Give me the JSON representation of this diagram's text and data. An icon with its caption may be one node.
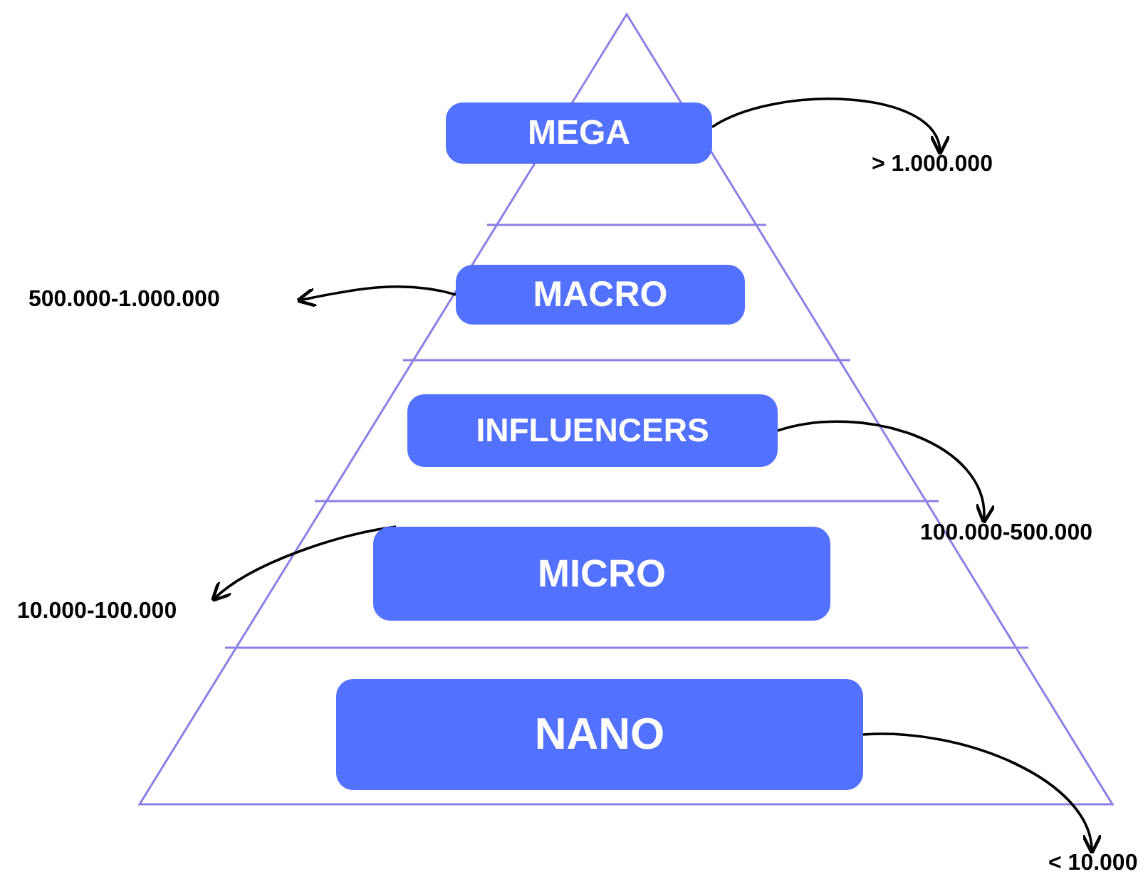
{
  "diagram": {
    "nodes": [
      {
        "text": [
          "MEGA"
        ]
      },
      {
        "text": [
          "> 1.000.000"
        ]
      },
      {
        "text": [
          "500.000-1.000.000"
        ]
      },
      {
        "text": [
          "MACRO"
        ]
      },
      {
        "text": [
          "INFLUENCERS"
        ]
      },
      {
        "text": [
          "100.000-500.000"
        ]
      },
      {
        "text": [
          "10.000-100.000"
        ]
      },
      {
        "text": [
          "MICRO"
        ]
      },
      {
        "text": [
          "NANO"
        ]
      },
      {
        "text": [
          "< 10.000"
        ]
      }
    ],
    "edges": [
      {
        "from": 0,
        "to": 1,
        "arrow": "to"
      },
      {
        "from": 3,
        "to": 2,
        "arrow": "to"
      },
      {
        "from": 4,
        "to": 5,
        "arrow": "to"
      },
      {
        "from": 7,
        "to": 6,
        "arrow": "to"
      },
      {
        "from": 8,
        "to": 9,
        "arrow": "to"
      }
    ]
  }
}
